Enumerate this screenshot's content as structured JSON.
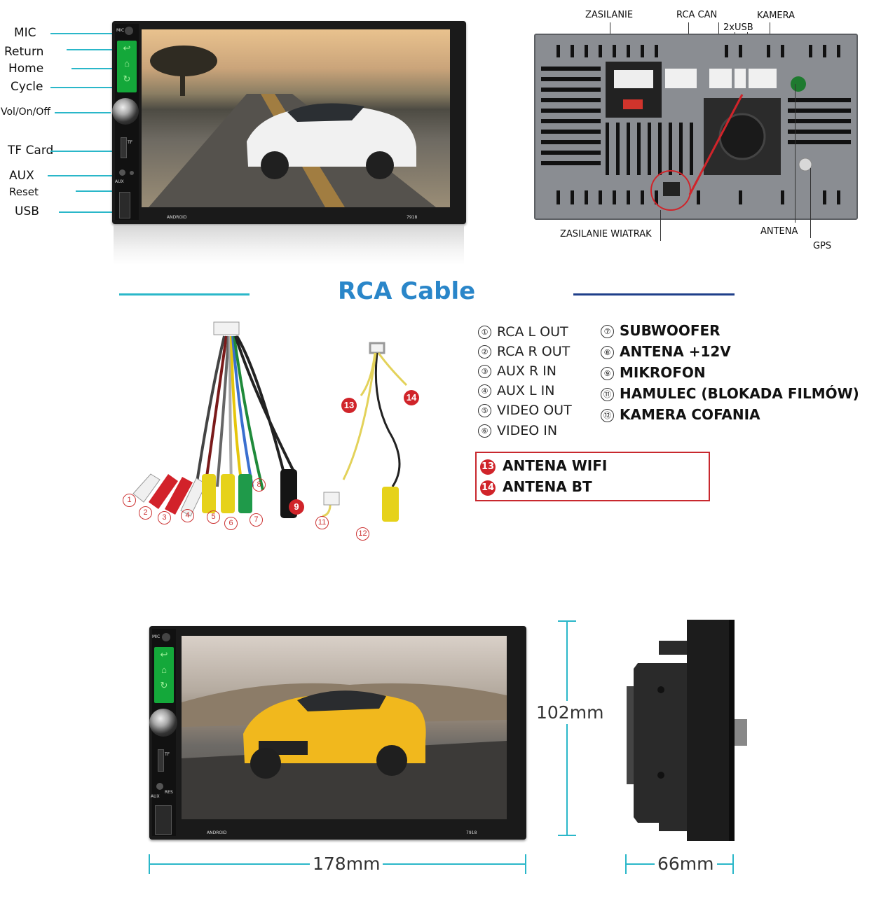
{
  "front_labels": {
    "mic": "MIC",
    "return": "Return",
    "home": "Home",
    "cycle": "Cycle",
    "vol": "Vol/On/Off",
    "tf": "TF Card",
    "aux": "AUX",
    "reset": "Reset",
    "usb": "USB"
  },
  "device_text": {
    "brand": "ANDROID",
    "model": "7918",
    "mic": "MIC",
    "tf": "TF",
    "aux": "AUX",
    "res": "RES"
  },
  "back_labels": {
    "zasilanie": "ZASILANIE",
    "rca_can": "RCA  CAN",
    "usb2": "2xUSB",
    "kamera": "KAMERA",
    "zasilanie_wiatrak": "ZASILANIE WIATRAK",
    "antena": "ANTENA",
    "gps": "GPS"
  },
  "rca_title": "RCA Cable",
  "legend_left": [
    {
      "n": "①",
      "text": "RCA L OUT"
    },
    {
      "n": "②",
      "text": "RCA R OUT"
    },
    {
      "n": "③",
      "text": "AUX R IN"
    },
    {
      "n": "④",
      "text": "AUX L IN"
    },
    {
      "n": "⑤",
      "text": "VIDEO OUT"
    },
    {
      "n": "⑥",
      "text": "VIDEO IN"
    }
  ],
  "legend_right": [
    {
      "n": "⑦",
      "text": "SUBWOOFER"
    },
    {
      "n": "⑧",
      "text": "ANTENA +12V"
    },
    {
      "n": "⑨",
      "text": "MIKROFON"
    },
    {
      "n": "⑪",
      "text": "HAMULEC (BLOKADA FILMÓW)"
    },
    {
      "n": "⑫",
      "text": "KAMERA COFANIA"
    }
  ],
  "legend_box": [
    {
      "n": "13",
      "text": "ANTENA WIFI"
    },
    {
      "n": "14",
      "text": "ANTENA BT"
    }
  ],
  "cable_numbers": [
    "1",
    "2",
    "3",
    "4",
    "5",
    "6",
    "7",
    "8",
    "9",
    "11",
    "12",
    "13",
    "14"
  ],
  "dimensions": {
    "height": "102mm",
    "width": "178mm",
    "depth": "66mm"
  },
  "colors": {
    "leader": "#2ab7c9",
    "title_blue": "#2a86c9",
    "highlight_red": "#d0242a",
    "button_green": "#14a83a"
  }
}
